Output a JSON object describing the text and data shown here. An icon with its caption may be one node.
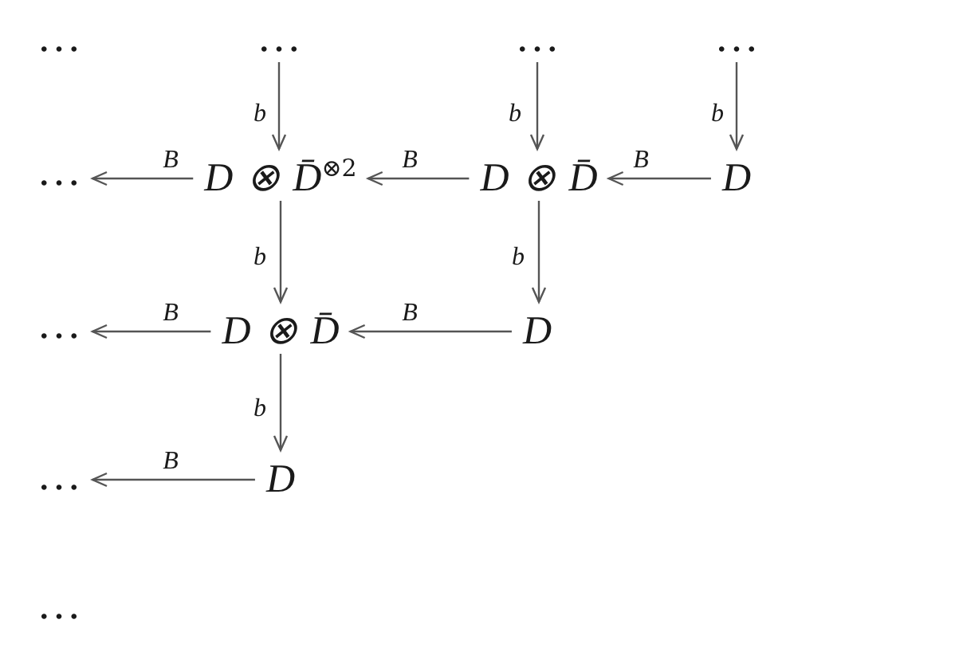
{
  "diagram": {
    "nodes": [
      {
        "text": [
          "…"
        ]
      },
      {
        "text": [
          "…"
        ]
      },
      {
        "text": [
          "…"
        ]
      },
      {
        "text": [
          "…"
        ]
      },
      {
        "text": [
          "D ⊗ D̄$^{⊗2}$"
        ]
      },
      {
        "text": [
          "D ⊗ D̄"
        ]
      },
      {
        "text": [
          "D"
        ]
      },
      {
        "text": [
          "…"
        ]
      },
      {
        "text": [
          "D ⊗ D̄"
        ]
      },
      {
        "text": [
          "D"
        ]
      },
      {
        "text": [
          "…"
        ]
      },
      {
        "text": [
          "D"
        ]
      }
    ],
    "edges": [
      {
        "from": 0,
        "to": 4,
        "label": "b",
        "arrow": "to"
      },
      {
        "from": 1,
        "to": 5,
        "label": "b",
        "arrow": "to"
      },
      {
        "from": 2,
        "to": 6,
        "label": "b",
        "arrow": "to"
      },
      {
        "from": 6,
        "to": 5,
        "label": "B",
        "arrow": "to"
      },
      {
        "from": 5,
        "to": 4,
        "label": "B",
        "arrow": "to"
      },
      {
        "from": 4,
        "to": 3,
        "label": "B",
        "arrow": "to"
      },
      {
        "from": 4,
        "to": 8,
        "label": "b",
        "arrow": "to"
      },
      {
        "from": 5,
        "to": 9,
        "label": "b",
        "arrow": "to"
      },
      {
        "from": 9,
        "to": 8,
        "label": "B",
        "arrow": "to"
      },
      {
        "from": 8,
        "to": 7,
        "label": "B",
        "arrow": "to"
      },
      {
        "from": 8,
        "to": 11,
        "label": "b",
        "arrow": "to"
      },
      {
        "from": 11,
        "to": 10,
        "label": "B",
        "arrow": "to"
      }
    ],
    "labels": [
      "…",
      "…"
    ]
  }
}
